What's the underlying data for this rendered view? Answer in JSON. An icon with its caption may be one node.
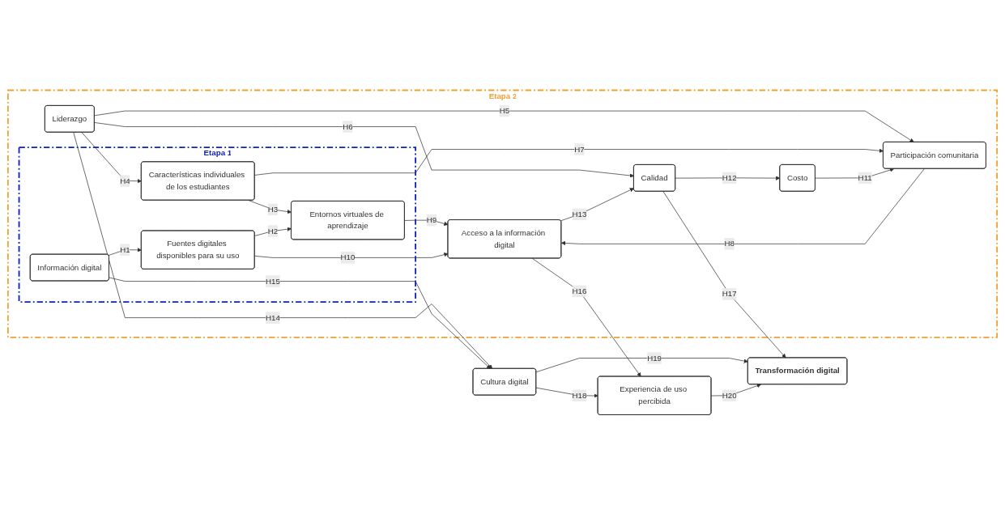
{
  "diagram": {
    "nodes": [
      {
        "text": [
          "Etapa 2"
        ]
      },
      {
        "text": [
          "Liderazgo"
        ],
        "in": 0
      },
      {
        "text": [
          "Etapa 1"
        ],
        "in": 0
      },
      {
        "text": [
          "Información digital"
        ],
        "in": 2
      },
      {
        "text": [
          "Características individuales de los estudiantes"
        ],
        "in": 2
      },
      {
        "text": [
          "Entornos virtuales de aprendizaje"
        ],
        "in": 2
      },
      {
        "text": [
          "Fuentes digitales disponibles para su uso"
        ],
        "in": 2
      },
      {
        "text": [
          "Participación comunitaria"
        ],
        "in": 0
      },
      {
        "text": [
          "Acceso a la información digital"
        ],
        "in": 0
      },
      {
        "text": [
          "Costo"
        ],
        "in": 0
      },
      {
        "text": [
          "Calidad"
        ],
        "in": 0
      },
      {
        "text": [
          "Cultura digital"
        ]
      },
      {
        "text": [
          "Experiencia de uso percibida"
        ]
      },
      {
        "text": [
          "Transformación digital"
        ]
      }
    ],
    "edges": [
      {
        "from": 1,
        "to": 11,
        "label": "H14",
        "arrow": "to"
      },
      {
        "from": 3,
        "to": 11,
        "label": "H15",
        "arrow": "to"
      },
      {
        "from": 1,
        "to": 4,
        "label": "H4",
        "arrow": "to"
      },
      {
        "from": 3,
        "to": 6,
        "label": "H1",
        "arrow": "to"
      },
      {
        "from": 1,
        "to": 7,
        "label": "H5",
        "arrow": "to"
      },
      {
        "from": 1,
        "to": 10,
        "label": "H6",
        "arrow": "to"
      },
      {
        "from": 4,
        "to": 5,
        "label": "H3",
        "arrow": "to"
      },
      {
        "from": 6,
        "to": 5,
        "label": "H2",
        "arrow": "to"
      },
      {
        "from": 4,
        "to": 7,
        "label": "H7",
        "arrow": "to"
      },
      {
        "from": 5,
        "to": 8,
        "label": "H9",
        "arrow": "to"
      },
      {
        "from": 6,
        "to": 8,
        "label": "H10",
        "arrow": "to"
      },
      {
        "from": 7,
        "to": 8,
        "label": "H8",
        "arrow": "to"
      },
      {
        "from": 9,
        "to": 7,
        "label": "H11",
        "arrow": "to"
      },
      {
        "from": 10,
        "to": 9,
        "label": "H12",
        "arrow": "to"
      },
      {
        "from": 8,
        "to": 10,
        "label": "H13",
        "arrow": "to"
      },
      {
        "from": 8,
        "to": 12,
        "label": "H16",
        "arrow": "to"
      },
      {
        "from": 11,
        "to": 12,
        "label": "H18",
        "arrow": "to"
      },
      {
        "from": 11,
        "to": 13,
        "label": "H19",
        "arrow": "to"
      },
      {
        "from": 12,
        "to": 13,
        "label": "H20",
        "arrow": "to"
      },
      {
        "from": 10,
        "to": 13,
        "label": "H17",
        "arrow": "to"
      }
    ]
  }
}
